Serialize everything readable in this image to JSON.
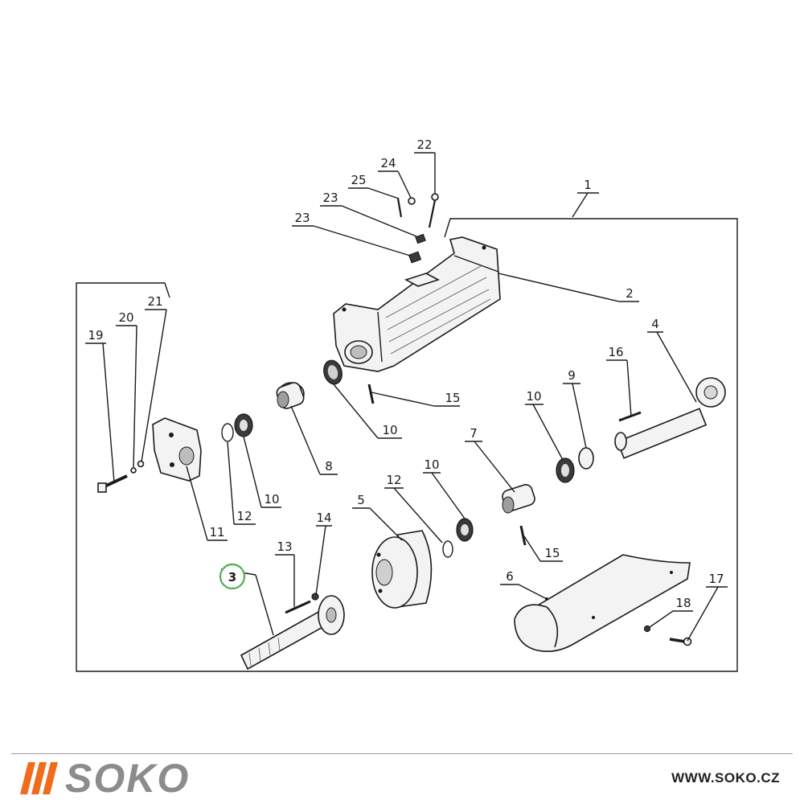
{
  "diagram": {
    "labels": {
      "p1": "1",
      "p2": "2",
      "p3": "3",
      "p4": "4",
      "p5": "5",
      "p6": "6",
      "p7": "7",
      "p8": "8",
      "p9": "9",
      "p10a": "10",
      "p10b": "10",
      "p10c": "10",
      "p10d": "10",
      "p11": "11",
      "p12a": "12",
      "p12b": "12",
      "p13": "13",
      "p14": "14",
      "p15a": "15",
      "p15b": "15",
      "p16": "16",
      "p17": "17",
      "p18": "18",
      "p19": "19",
      "p20": "20",
      "p21": "21",
      "p22": "22",
      "p23a": "23",
      "p23b": "23",
      "p24": "24",
      "p25": "25"
    },
    "highlight_color": "#4caf50"
  },
  "footer": {
    "brand": "SOKO",
    "brand_color": "#8c8c8c",
    "accent_color": "#f26a1b",
    "website": "WWW.SOKO.CZ"
  }
}
